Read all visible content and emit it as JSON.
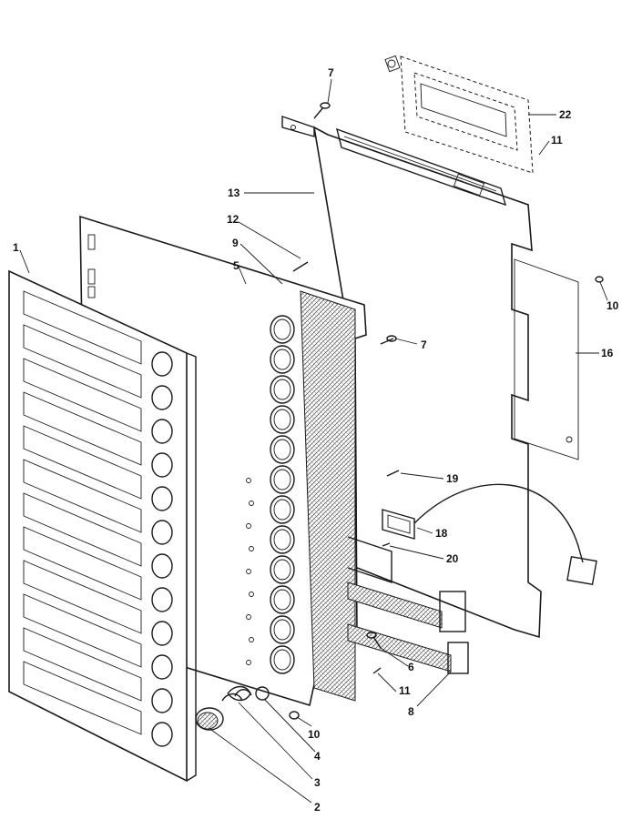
{
  "diagram": {
    "callouts": [
      {
        "id": "c1",
        "label": "1"
      },
      {
        "id": "c2",
        "label": "2"
      },
      {
        "id": "c3",
        "label": "3"
      },
      {
        "id": "c4",
        "label": "4"
      },
      {
        "id": "c5",
        "label": "5"
      },
      {
        "id": "c6",
        "label": "6"
      },
      {
        "id": "c7a",
        "label": "7"
      },
      {
        "id": "c7b",
        "label": "7"
      },
      {
        "id": "c8",
        "label": "8"
      },
      {
        "id": "c9",
        "label": "9"
      },
      {
        "id": "c10a",
        "label": "10"
      },
      {
        "id": "c10b",
        "label": "10"
      },
      {
        "id": "c11a",
        "label": "11"
      },
      {
        "id": "c11b",
        "label": "11"
      },
      {
        "id": "c12",
        "label": "12"
      },
      {
        "id": "c13",
        "label": "13"
      },
      {
        "id": "c16",
        "label": "16"
      },
      {
        "id": "c18",
        "label": "18"
      },
      {
        "id": "c19",
        "label": "19"
      },
      {
        "id": "c20",
        "label": "20"
      },
      {
        "id": "c22",
        "label": "22"
      }
    ]
  }
}
